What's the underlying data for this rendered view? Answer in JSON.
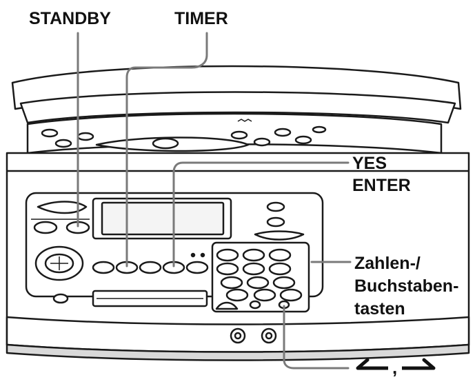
{
  "labels": {
    "standby": "STANDBY",
    "timer": "TIMER",
    "yes": "YES",
    "enter": "ENTER",
    "zahlen_line1": "Zahlen-/",
    "zahlen_line2": "Buchstaben-",
    "zahlen_line3": "tasten",
    "arrow_separator": ","
  },
  "icons": {
    "arrow_left": "arrow-left-icon",
    "arrow_right": "arrow-right-icon"
  },
  "colors": {
    "outline": "#1a1a1a",
    "leader_line": "#7a7a7a",
    "body_fill": "#ffffff",
    "shade": "#d9d9d9",
    "text": "#111111"
  }
}
